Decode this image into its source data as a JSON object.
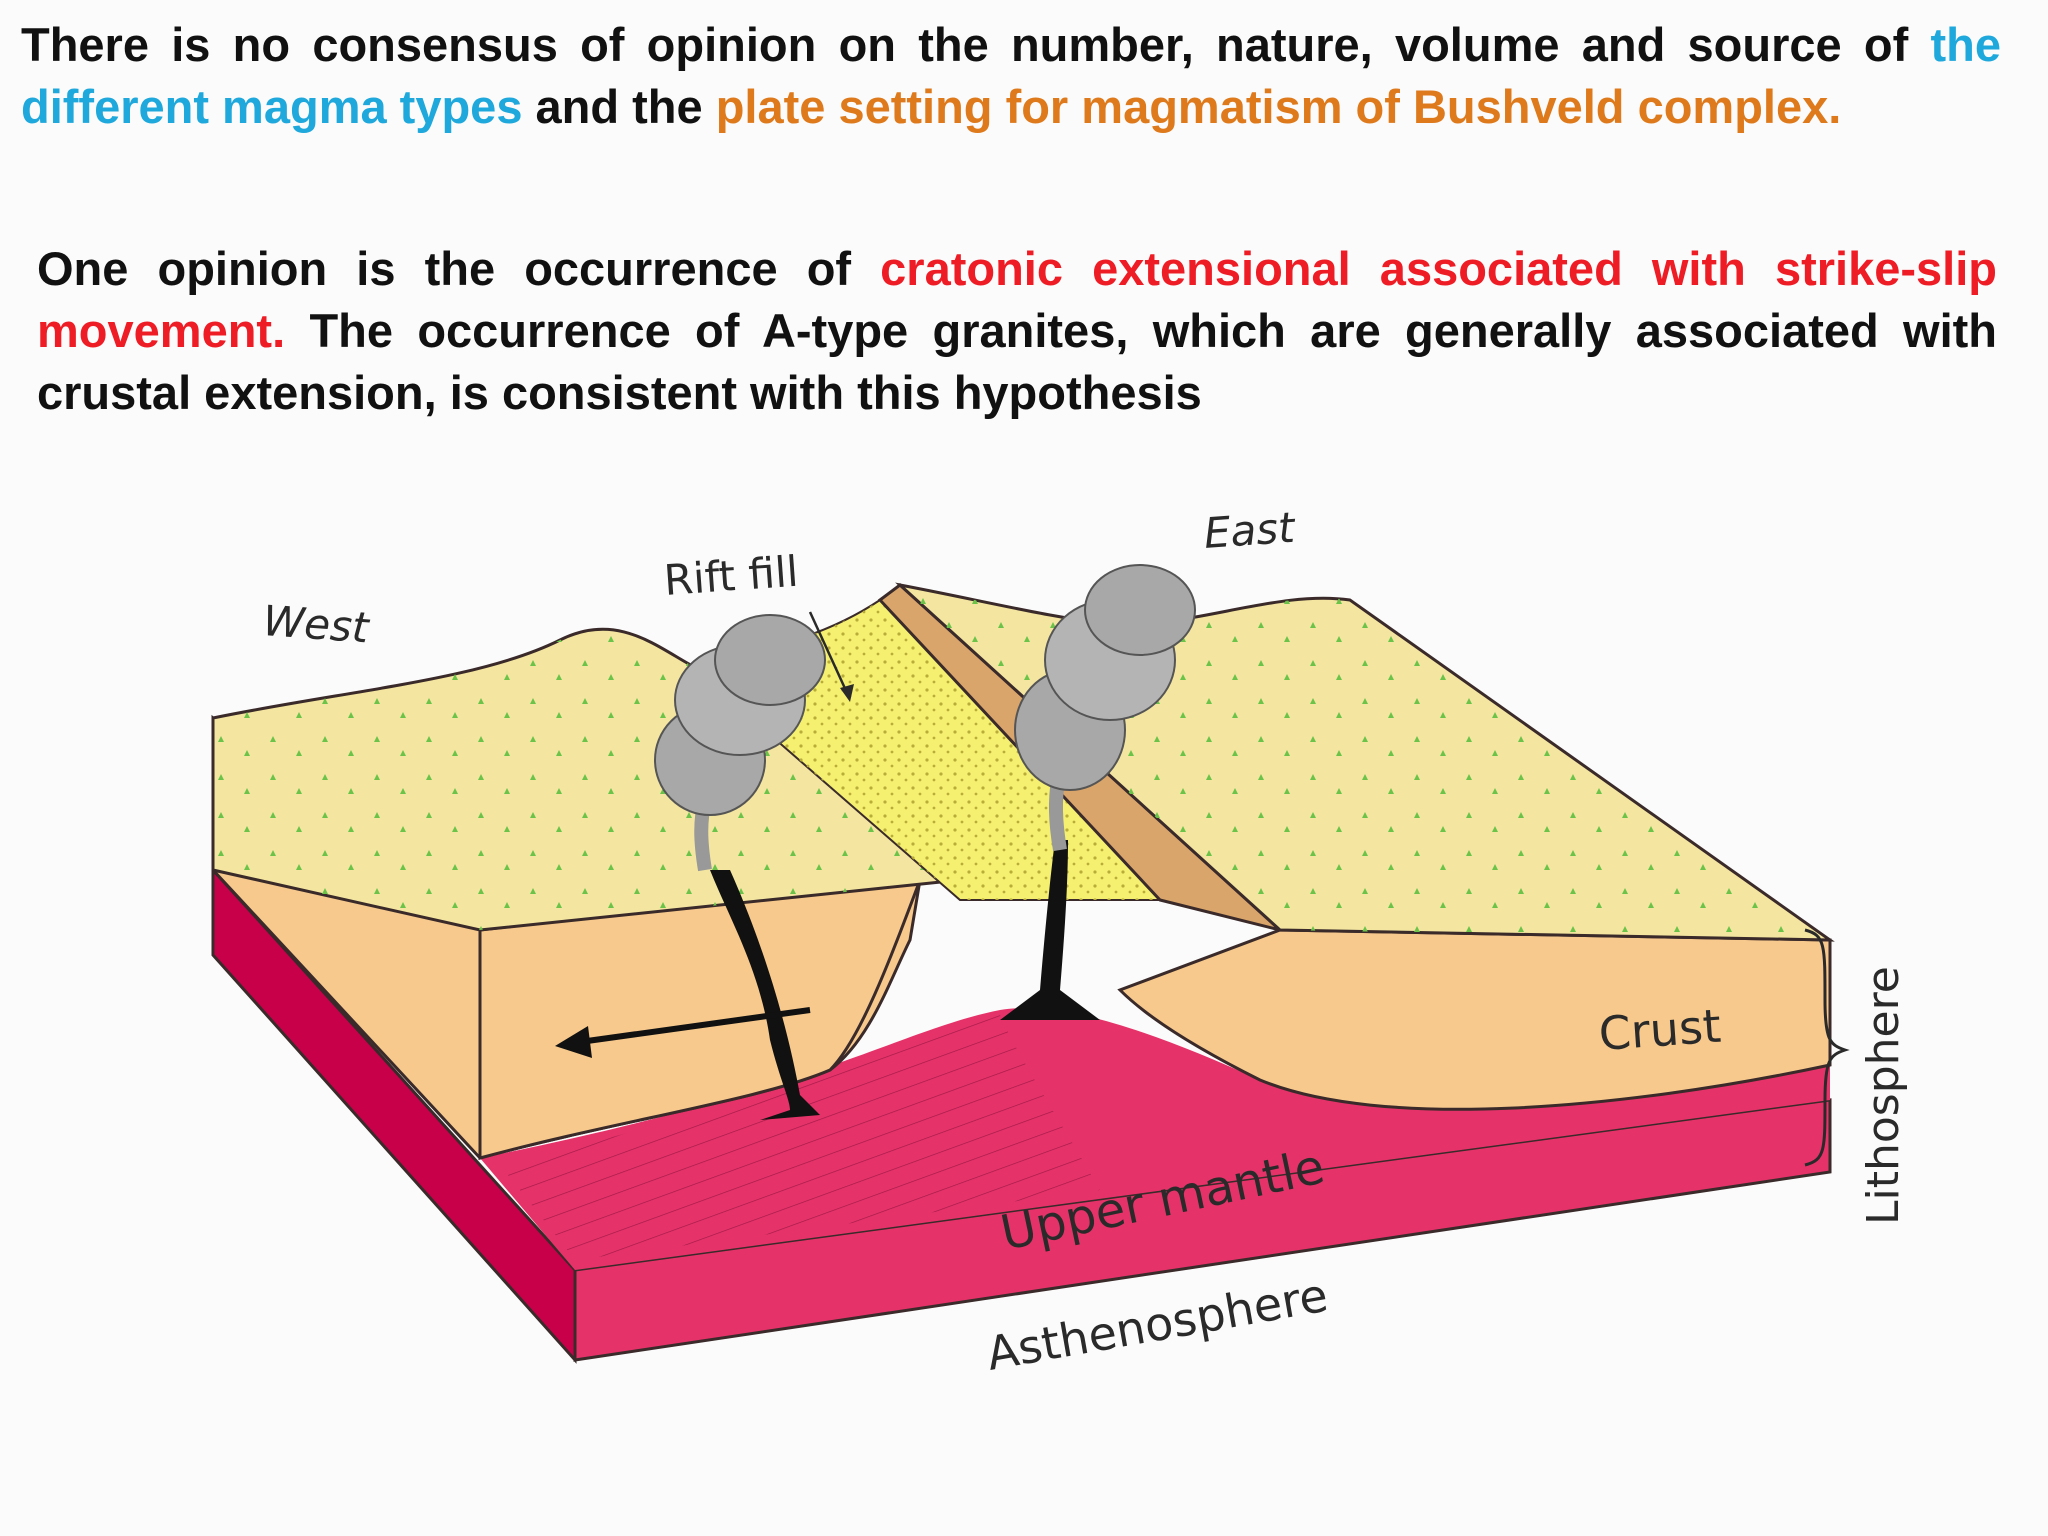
{
  "text": {
    "para1": {
      "part1": "There is no consensus of opinion on the number, nature, volume and source of ",
      "highlight1": "the different magma types",
      "part2": " and the ",
      "highlight2": "plate setting for magmatism of Bushveld complex."
    },
    "para2": {
      "part1": "One opinion is the occurrence of ",
      "highlight": "cratonic extensional associated with strike-slip movement.",
      "part2": " The occurrence of A-type granites, which are generally associated with crustal extension, is consistent with this hypothesis"
    }
  },
  "diagram": {
    "labels": {
      "west": "West",
      "east": "East",
      "rift_fill": "Rift fill",
      "crust": "Crust",
      "lithosphere": "Lithosphere",
      "upper_mantle": "Upper mantle",
      "asthenosphere": "Asthenosphere"
    },
    "colors": {
      "crust_top": "#f4e6a0",
      "crust_side": "#f7c98c",
      "mantle": "#e5336a",
      "mantle_dark": "#c8004a",
      "rift_fill": "#f5f070",
      "ash": "#a8a8a8",
      "vegetation": "#6cc34a",
      "magma": "#111111"
    }
  },
  "colors": {
    "text": "#111111",
    "blue": "#1fa8dc",
    "orange": "#de7a1c",
    "red": "#ee1c25"
  }
}
